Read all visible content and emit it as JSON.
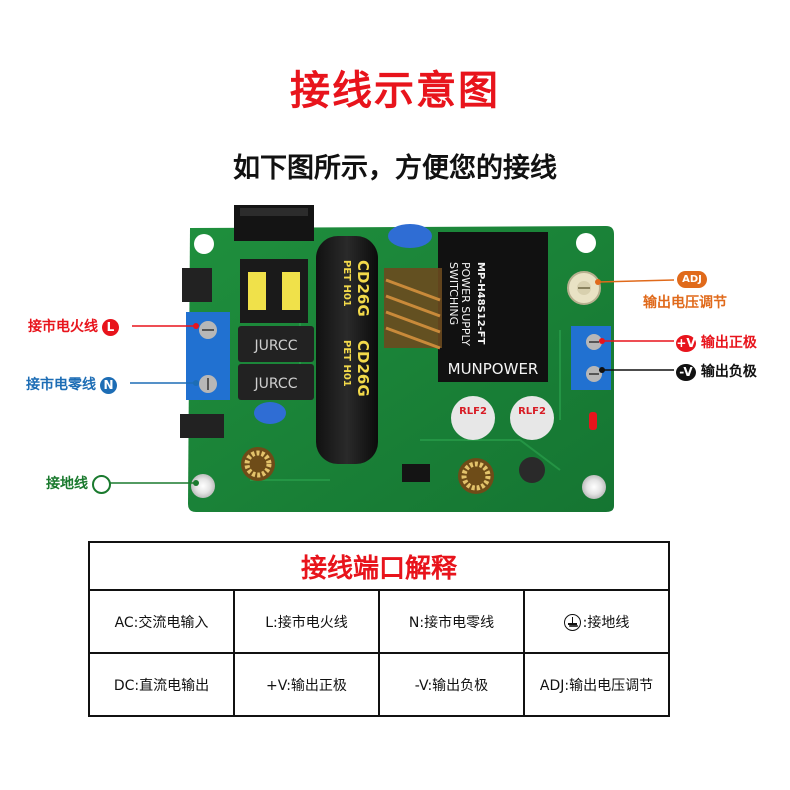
{
  "header": {
    "title": "接线示意图",
    "subtitle": "如下图所示，方便您的接线"
  },
  "board_text": {
    "brand": "MUNPOWER",
    "transformer_lines": [
      "SWITCHING",
      "POWER SUPPLY"
    ],
    "model": "MP-H48S12-FT",
    "inductor_brand": "JURCC",
    "capacitor_mark": "CD26G",
    "capacitor_sub": "PET H01",
    "ecap_mark": "RLF2"
  },
  "callouts": {
    "live": {
      "text": "接市电火线",
      "badge": "L",
      "color": "#e8141c"
    },
    "neutral": {
      "text": "接市电零线",
      "badge": "N",
      "color": "#1d6db5"
    },
    "ground": {
      "text": "接地线",
      "color": "#1a7a2e"
    },
    "adj": {
      "badge": "ADJ",
      "text": "输出电压调节",
      "color": "#e06a1b"
    },
    "pos": {
      "badge": "+V",
      "text": "输出正极",
      "color": "#e8141c"
    },
    "neg": {
      "badge": "-V",
      "text": "输出负极",
      "color": "#111111"
    }
  },
  "ports_table": {
    "title": "接线端口解释",
    "rows": [
      [
        "AC:交流电输入",
        "L:接市电火线",
        "N:接市电零线",
        ":接地线"
      ],
      [
        "DC:直流电输出",
        "+V:输出正极",
        "-V:输出负极",
        "ADJ:输出电压调节"
      ]
    ]
  }
}
